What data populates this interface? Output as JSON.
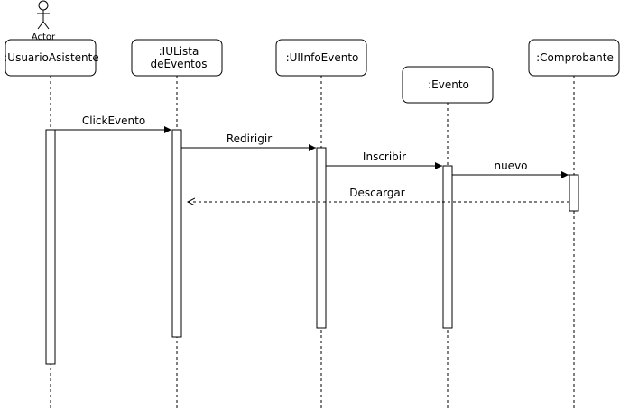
{
  "diagram": {
    "actor_label": "Actor",
    "participants": [
      {
        "id": "usuario",
        "label": ":UsuarioAsistente"
      },
      {
        "id": "iulista",
        "label_line1": ":IULista",
        "label_line2": "deEventos"
      },
      {
        "id": "uiinfo",
        "label": ":UIInfoEvento"
      },
      {
        "id": "evento",
        "label": ":Evento"
      },
      {
        "id": "comprobante",
        "label": ":Comprobante"
      }
    ],
    "messages": [
      {
        "label": "ClickEvento",
        "from": "usuario",
        "to": "iulista",
        "kind": "sync"
      },
      {
        "label": "Redirigir",
        "from": "iulista",
        "to": "uiinfo",
        "kind": "sync"
      },
      {
        "label": "Inscribir",
        "from": "uiinfo",
        "to": "evento",
        "kind": "sync"
      },
      {
        "label": "nuevo",
        "from": "evento",
        "to": "comprobante",
        "kind": "sync"
      },
      {
        "label": "Descargar",
        "from": "comprobante",
        "to": "iulista",
        "kind": "return"
      }
    ]
  }
}
